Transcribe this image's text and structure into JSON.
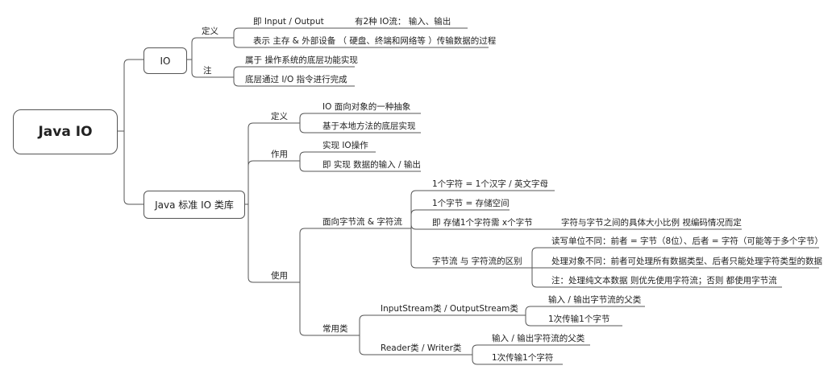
{
  "root": "Java IO",
  "io": {
    "title": "IO",
    "definition": {
      "label": "定义",
      "input_output": "即 Input / Output",
      "two_types": "有2种 IO流： 输入、输出",
      "meaning": "表示 主存 & 外部设备 （ 硬盘、终端和网络等 ）传输数据的过程"
    },
    "note": {
      "label": "注",
      "item1": "属于 操作系统的底层功能实现",
      "item2": "底层通过 I/O 指令进行完成"
    }
  },
  "lib": {
    "title": "Java 标准 IO 类库",
    "definition": {
      "label": "定义",
      "item1": "IO 面向对象的一种抽象",
      "item2": "基于本地方法的底层实现"
    },
    "role": {
      "label": "作用",
      "item1": "实现 IO操作",
      "item2": "即 实现 数据的输入 / 输出"
    },
    "usage": {
      "label": "使用",
      "streams": {
        "label": "面向字节流 & 字符流",
        "char_def": "1个字符 = 1个汉字 / 英文字母",
        "byte_def": "1个字节 = 存储空间",
        "storage": "即 存储1个字符需 x个字节",
        "storage_note": "字符与字节之间的具体大小比例 视编码情况而定",
        "difference": {
          "label": "字节流 与 字符流的区别",
          "unit": "读写单位不同：前者 = 字节（8位）、后者 = 字符（可能等于多个字节）",
          "object": "处理对象不同：前者可处理所有数据类型、后者只能处理字符类型的数据",
          "note": "注：处理纯文本数据 则优先使用字符流；否则 都使用字节流"
        }
      },
      "common": {
        "label": "常用类",
        "stream_classes": {
          "label": "InputStream类  /  OutputStream类",
          "item1": "输入 / 输出字节流的父类",
          "item2": "1次传输1个字节"
        },
        "rw_classes": {
          "label": "Reader类 / Writer类",
          "item1": "输入 / 输出字符流的父类",
          "item2": "1次传输1个字符"
        }
      }
    }
  },
  "colors": {
    "line": "#555555",
    "text": "#222222",
    "border": "#555555"
  }
}
